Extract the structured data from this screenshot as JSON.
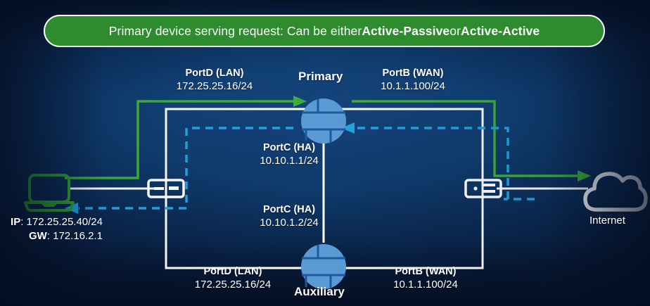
{
  "banner": {
    "prefix": "Primary device serving request: Can be either ",
    "bold1": "Active-Passive",
    "middle": " or ",
    "bold2": "Active-Active"
  },
  "nodes": {
    "primary": {
      "title": "Primary",
      "icon": "firewall-icon"
    },
    "auxiliary": {
      "title": "Auxiliary",
      "icon": "firewall-icon"
    },
    "laptop": {
      "icon": "laptop-icon"
    },
    "cloud": {
      "label": "Internet",
      "icon": "cloud-icon"
    },
    "switch_left": {
      "icon": "switch-icon"
    },
    "switch_right": {
      "icon": "switch-icon"
    }
  },
  "interfaces": {
    "primary_lan": {
      "name": "PortD (LAN)",
      "address": "172.25.25.16/24"
    },
    "primary_wan": {
      "name": "PortB (WAN)",
      "address": "10.1.1.100/24"
    },
    "primary_ha": {
      "name": "PortC (HA)",
      "address": "10.10.1.1/24"
    },
    "auxiliary_ha": {
      "name": "PortC (HA)",
      "address": "10.10.1.2/24"
    },
    "auxiliary_lan": {
      "name": "PortD (LAN)",
      "address": "172.25.25.16/24"
    },
    "auxiliary_wan": {
      "name": "PortB (WAN)",
      "address": "10.1.1.100/24"
    }
  },
  "host": {
    "ip_key": "IP",
    "ip_value": ": 172.25.25.40/24",
    "gw_key": "GW",
    "gw_value": ": 172.16.2.1"
  },
  "colors": {
    "banner_green": "#2e8b2e",
    "flow_forward_green": "#3fae35",
    "flow_return_blue": "#22a3e0",
    "device_blue": "#5b9bd5",
    "link_white": "#ffffff",
    "background_blue": "#123e74"
  }
}
